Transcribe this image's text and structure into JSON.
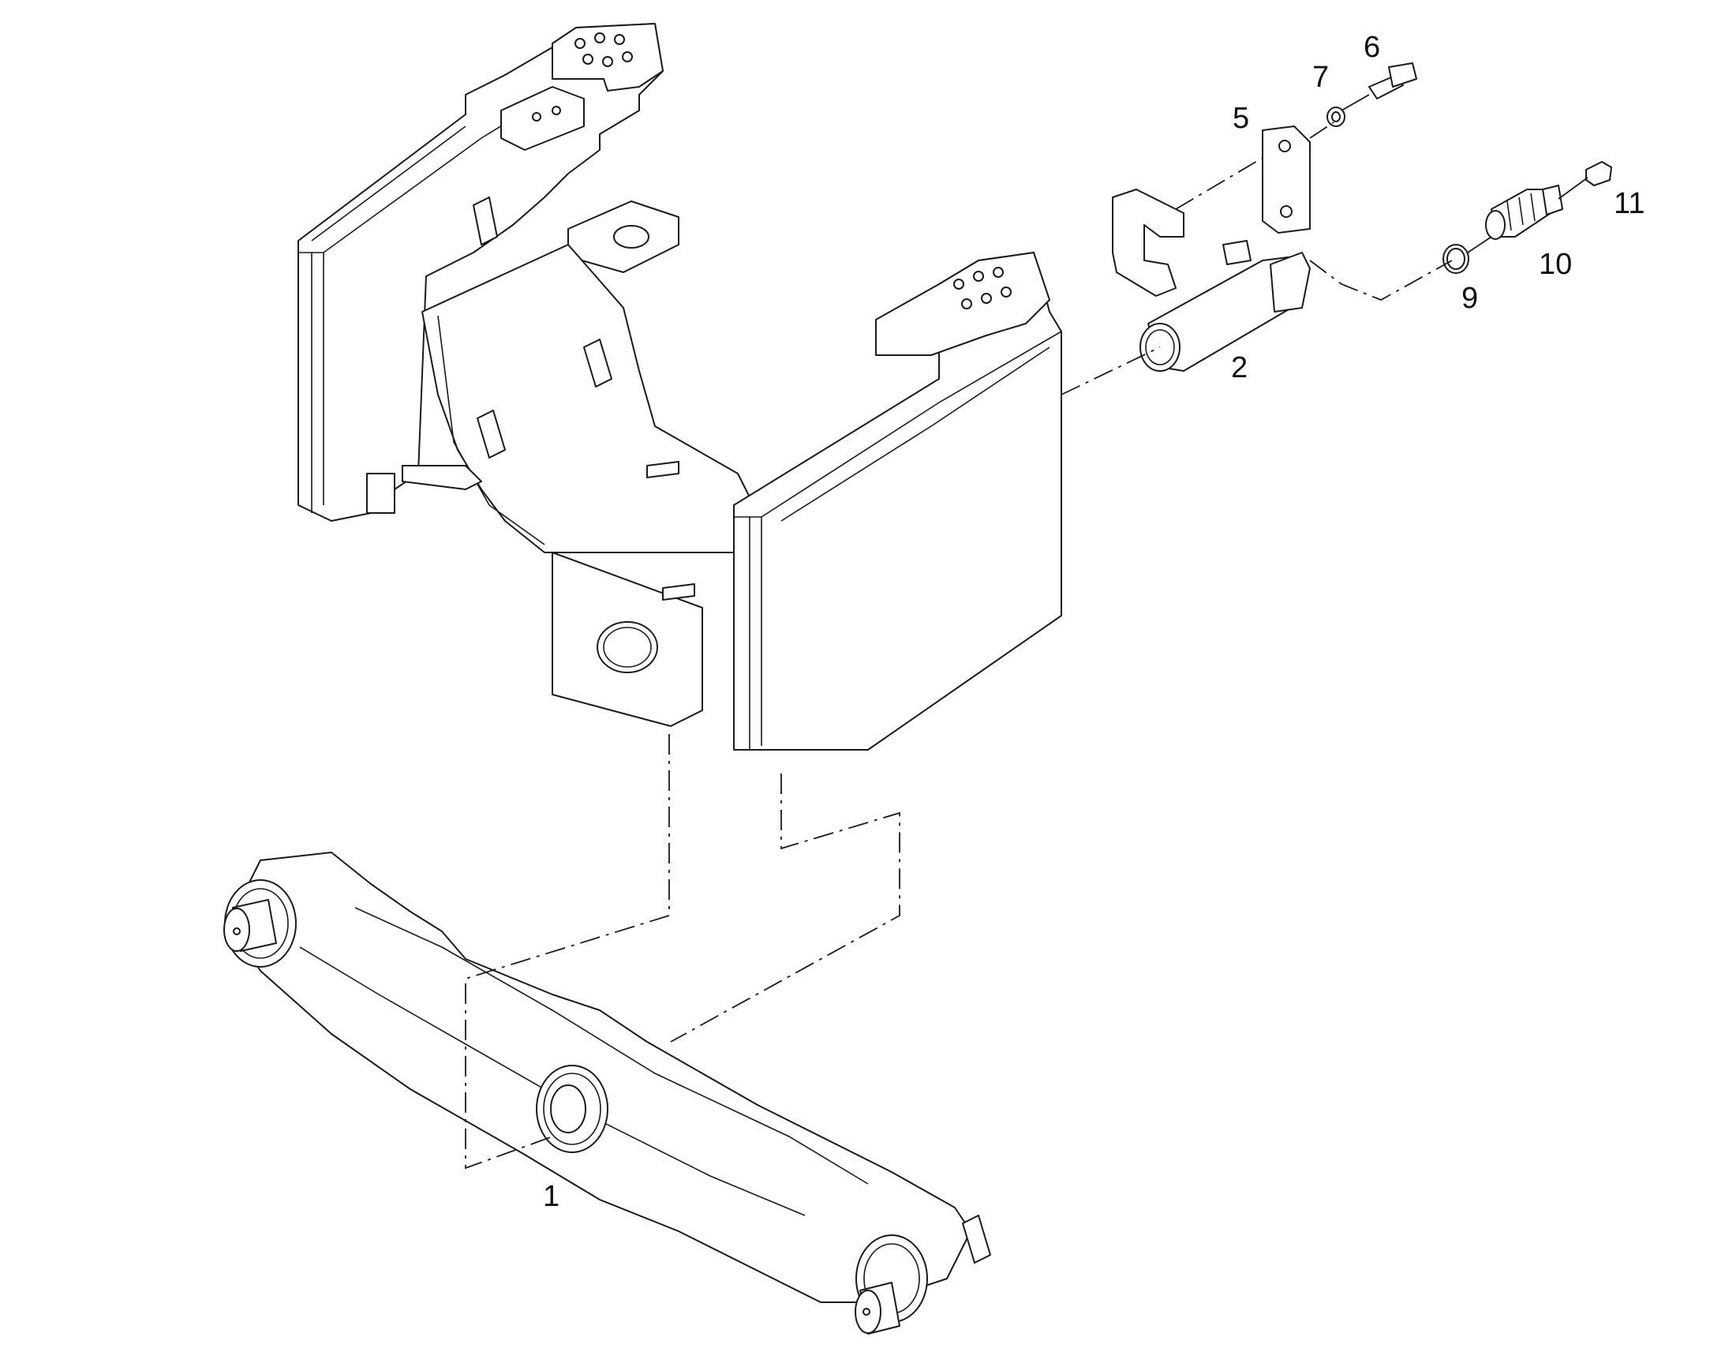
{
  "callouts": {
    "c1": "1",
    "c2": "2",
    "c5": "5",
    "c6": "6",
    "c7": "7",
    "c9": "9",
    "c10": "10",
    "c11": "11"
  },
  "colors": {
    "line": "#1a1a1a",
    "background": "#ffffff"
  }
}
